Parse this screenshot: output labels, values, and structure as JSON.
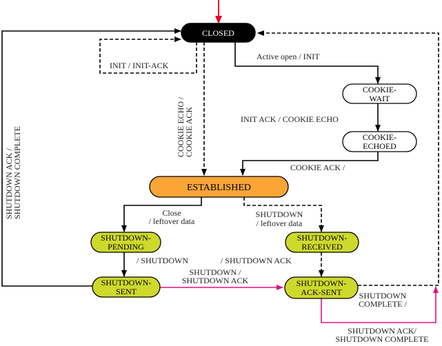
{
  "colors": {
    "black": "#000000",
    "orange": "#fba537",
    "lime": "#cdd92b",
    "white": "#ffffff",
    "red": "#e4002b",
    "magenta": "#e0127a"
  },
  "states": {
    "closed": "CLOSED",
    "cookie_wait": [
      "COOKIE-",
      "WAIT"
    ],
    "cookie_echoed": [
      "COOKIE-",
      "ECHOED"
    ],
    "established": "ESTABLISHED",
    "shutdown_pending": [
      "SHUTDOWN-",
      "PENDING"
    ],
    "shutdown_received": [
      "SHUTDOWN-",
      "RECEIVED"
    ],
    "shutdown_sent": [
      "SHUTDOWN-",
      "SENT"
    ],
    "shutdown_ack_sent": [
      "SHUTDOWN-",
      "ACK-SENT"
    ]
  },
  "transitions": {
    "init_init_ack": "INIT / INIT-ACK",
    "active_open": "Active open / INIT",
    "init_ack_cookie_echo": "INIT ACK / COOKIE ECHO",
    "cookie_ack": "COOKIE ACK /",
    "cookie_echo_cookie_ack": [
      "COOKIE ECHO /",
      "COOKIE ACK"
    ],
    "shutdown_ack_complete_left": [
      "SHUTDOWN ACK /",
      "SHUTDOWN COMPLETE"
    ],
    "close_leftover": [
      "Close",
      "/ leftover data"
    ],
    "shutdown_leftover": [
      "SHUTDOWN",
      "/ leftover data"
    ],
    "slash_shutdown": "/ SHUTDOWN",
    "slash_shutdown_ack": "/ SHUTDOWN ACK",
    "shutdown_shutdown_ack": [
      "SHUTDOWN /",
      "SHUTDOWN ACK"
    ],
    "shutdown_complete": [
      "SHUTDOWN",
      "COMPLETE /"
    ],
    "shutdown_ack_complete_bottom": [
      "SHUTDOWN ACK/",
      "SHUTDOWN COMPLETE"
    ]
  }
}
